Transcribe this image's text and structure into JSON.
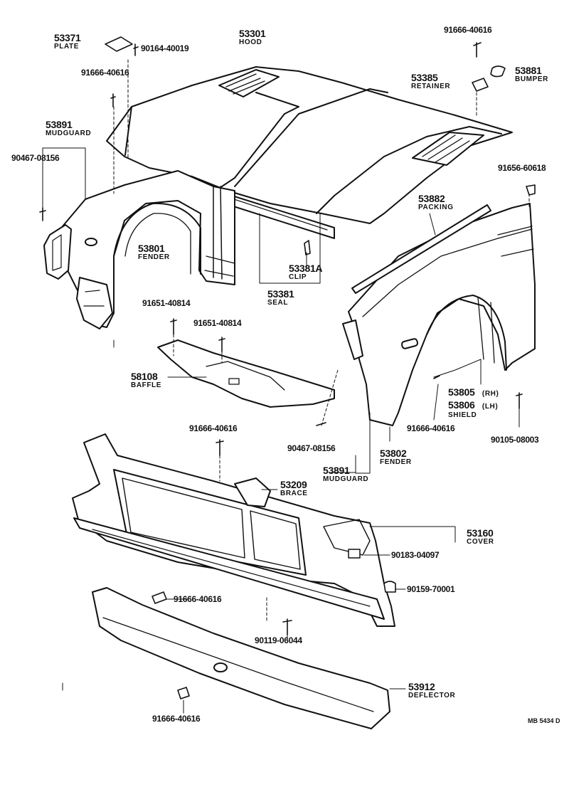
{
  "diagram_ref": "MB 5434 D",
  "callouts": {
    "plate": {
      "num": "53371",
      "name": "PLATE"
    },
    "bolt_plate": {
      "num": "90164-40019"
    },
    "hood": {
      "num": "53301",
      "name": "HOOD"
    },
    "bolt_top_r": {
      "num": "91666-40616"
    },
    "bumper": {
      "num": "53881",
      "name": "BUMPER"
    },
    "retainer": {
      "num": "53385",
      "name": "RETAINER"
    },
    "bolt_top_l": {
      "num": "91666-40616"
    },
    "mudguard_l": {
      "num": "53891",
      "name": "MUDGUARD"
    },
    "screw_l": {
      "num": "90467-08156"
    },
    "bolt_fender_r": {
      "num": "91656-60618"
    },
    "packing": {
      "num": "53882",
      "name": "PACKING"
    },
    "fender_l": {
      "num": "53801",
      "name": "FENDER"
    },
    "clip": {
      "num": "53381A",
      "name": "CLIP"
    },
    "seal": {
      "num": "53381",
      "name": "SEAL"
    },
    "bolt_baffle_1": {
      "num": "91651-40814"
    },
    "bolt_baffle_2": {
      "num": "91651-40814"
    },
    "baffle": {
      "num": "58108",
      "name": "BAFFLE"
    },
    "shield_rh": {
      "num": "53805",
      "side": "(RH)"
    },
    "shield_lh": {
      "num": "53806",
      "side": "(LH)",
      "name": "SHIELD"
    },
    "bolt_shield": {
      "num": "91666-40616"
    },
    "screw_shield": {
      "num": "90105-08003"
    },
    "bolt_center": {
      "num": "91666-40616"
    },
    "screw_r": {
      "num": "90467-08156"
    },
    "mudguard_r": {
      "num": "53891",
      "name": "MUDGUARD"
    },
    "fender_r": {
      "num": "53802",
      "name": "FENDER"
    },
    "brace": {
      "num": "53209",
      "name": "BRACE"
    },
    "cover": {
      "num": "53160",
      "name": "COVER"
    },
    "clip_cover": {
      "num": "90183-04097"
    },
    "nut": {
      "num": "90159-70001"
    },
    "bolt_lower": {
      "num": "91666-40616"
    },
    "screw_lower": {
      "num": "90119-06044"
    },
    "deflector": {
      "num": "53912",
      "name": "DEFLECTOR"
    },
    "bolt_bottom": {
      "num": "91666-40616"
    }
  }
}
